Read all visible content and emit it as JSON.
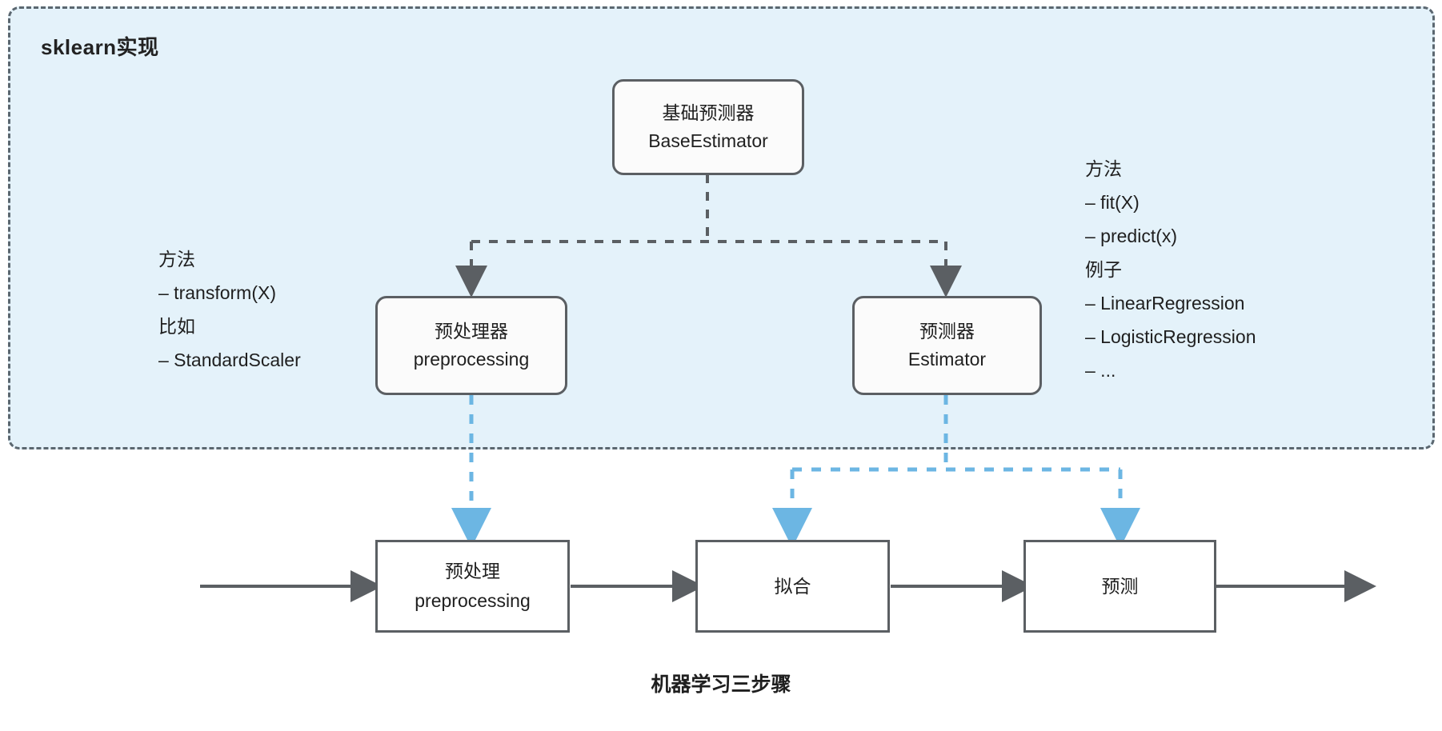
{
  "panel": {
    "title": "sklearn实现",
    "fill_color": "#e4f2fa",
    "border_color": "#5b6770"
  },
  "nodes": {
    "base_estimator": {
      "cn": "基础预测器",
      "en": "BaseEstimator"
    },
    "preprocessor": {
      "cn": "预处理器",
      "en": "preprocessing"
    },
    "estimator": {
      "cn": "预测器",
      "en": "Estimator"
    }
  },
  "left_notes": {
    "lines": [
      "方法",
      "– transform(X)",
      "比如",
      "– StandardScaler"
    ]
  },
  "right_notes": {
    "lines": [
      "方法",
      "– fit(X)",
      "– predict(x)",
      "例子",
      "– LinearRegression",
      "– LogisticRegression",
      "– ..."
    ]
  },
  "steps": [
    {
      "cn": "预处理",
      "en": "preprocessing"
    },
    {
      "cn": "拟合",
      "en": ""
    },
    {
      "cn": "预测",
      "en": ""
    }
  ],
  "caption": "机器学习三步骤",
  "colors": {
    "gray_line": "#5b5f63",
    "blue_line": "#6cb6e3",
    "text": "#1f1f1f"
  }
}
